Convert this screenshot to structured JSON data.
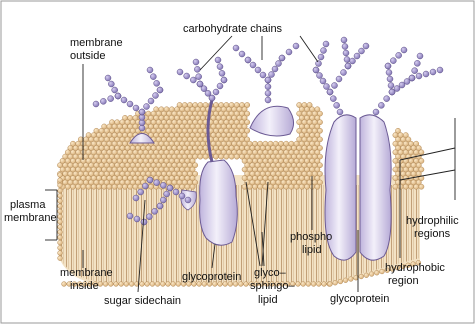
{
  "labels": {
    "carbohydrate_chains": "carbohydrate chains",
    "membrane_outside_1": "membrane",
    "membrane_outside_2": "outside",
    "plasma_membrane_1": "plasma",
    "plasma_membrane_2": "membrane",
    "membrane_inside_1": "membrane",
    "membrane_inside_2": "inside",
    "sugar_sidechain": "sugar sidechain",
    "glycoprotein_left": "glycoprotein",
    "glycosphingolipid_1": "glyco–",
    "glycosphingolipid_2": "sphingo–",
    "glycosphingolipid_3": "lipid",
    "phospholipid_1": "phospho",
    "phospholipid_2": "lipid",
    "glycoprotein_right": "glycoprotein",
    "hydrophobic_1": "hydrophobic",
    "hydrophobic_2": "region",
    "hydrophilic_1": "hydrophilic",
    "hydrophilic_2": "regions"
  },
  "colors": {
    "lipid_head": "#e6c79a",
    "lipid_head_stroke": "#b38a57",
    "tail": "#c9a57a",
    "protein_fill": "#d9d3ea",
    "protein_stroke": "#6b5a94",
    "sugar_bead": "#9a8cc4",
    "sugar_bead_stroke": "#5c4f86",
    "frame": "#9a9a9a"
  }
}
